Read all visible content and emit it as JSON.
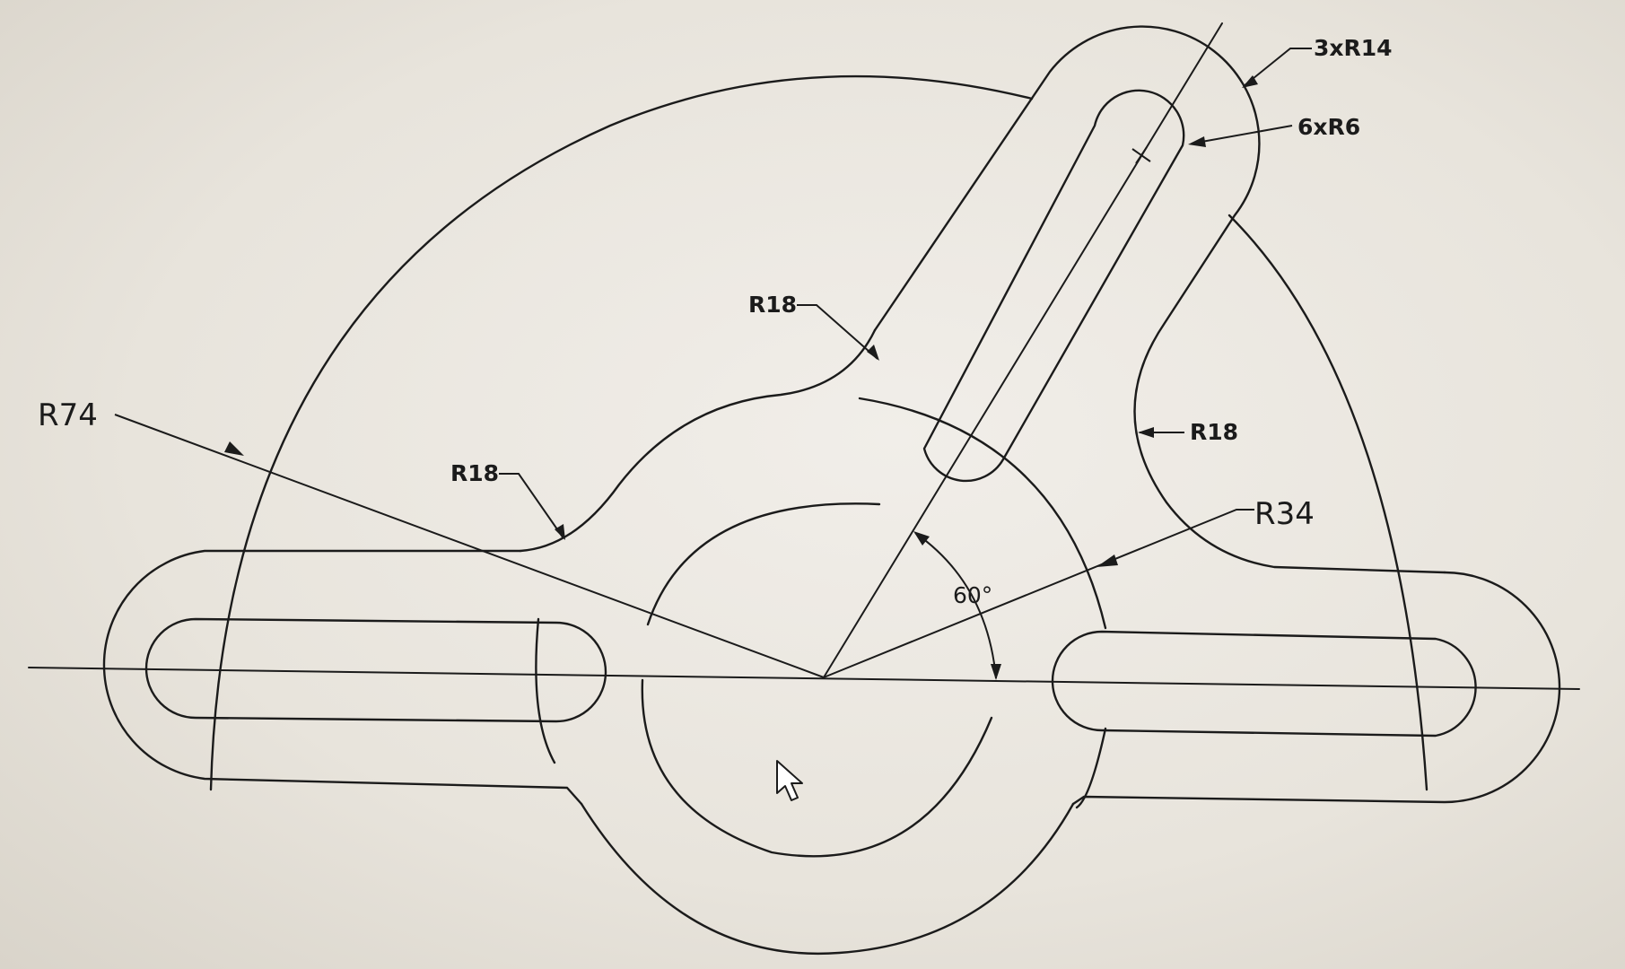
{
  "drawing": {
    "labels": {
      "r74": "R74",
      "r34": "R34",
      "r18_top": "R18",
      "r18_left": "R18",
      "r18_right": "R18",
      "x3r14": "3xR14",
      "x6r6": "6xR6",
      "angle": "60°"
    },
    "colors": {
      "line": "#1b1b1b",
      "paper": "#f1eee9"
    },
    "icons": [
      "mouse-cursor-icon"
    ]
  }
}
